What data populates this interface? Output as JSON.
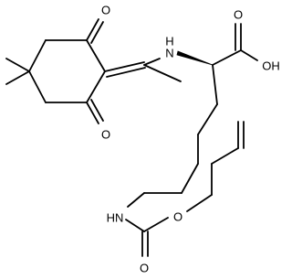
{
  "molecule": {
    "atom_labels": {
      "o_ketone_top": "O",
      "o_ketone_bottom": "O",
      "n_amine": "N",
      "h_amine": "H",
      "o_carbonyl_acid": "O",
      "oh_acid": "OH",
      "nh_carbamate": "HN",
      "o_carbamate_ester": "O",
      "o_carbamate_carbonyl": "O"
    }
  }
}
